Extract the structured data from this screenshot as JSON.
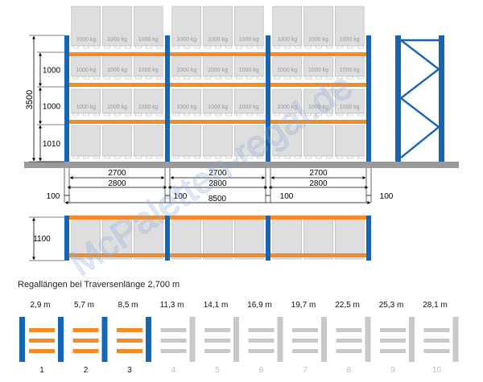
{
  "colors": {
    "upright": "#1565b5",
    "beam": "#f28c28",
    "pallet": "#dedede",
    "pallet_stroke": "#b3b3b3",
    "floor": "#9a9a9a",
    "dim": "#000000",
    "inactive": "#c8c8c8",
    "watermark": "#8fb0dd"
  },
  "rack": {
    "bays": 3,
    "pallets_per_bay": 3,
    "load_label": "1000 kg",
    "total_height": "3500",
    "level_heights": [
      "1000",
      "1000",
      "1010"
    ]
  },
  "dimensions": {
    "beam_length": "2700",
    "bay_pitch": "2800",
    "end_gap": "100",
    "total_length": "8500",
    "depth": "1100"
  },
  "caption": "Regallängen bei Traversenlänge 2,700 m",
  "length_options": [
    {
      "label": "2,9 m",
      "number": "1",
      "active": true
    },
    {
      "label": "5,7 m",
      "number": "2",
      "active": true
    },
    {
      "label": "8,5 m",
      "number": "3",
      "active": true
    },
    {
      "label": "11,3 m",
      "number": "4",
      "active": false
    },
    {
      "label": "14,1 m",
      "number": "5",
      "active": false
    },
    {
      "label": "16,9 m",
      "number": "6",
      "active": false
    },
    {
      "label": "19,7 m",
      "number": "7",
      "active": false
    },
    {
      "label": "22,5 m",
      "number": "8",
      "active": false
    },
    {
      "label": "25,3 m",
      "number": "9",
      "active": false
    },
    {
      "label": "28,1 m",
      "number": "10",
      "active": false
    }
  ],
  "watermark": "McPaletten-regal.de"
}
